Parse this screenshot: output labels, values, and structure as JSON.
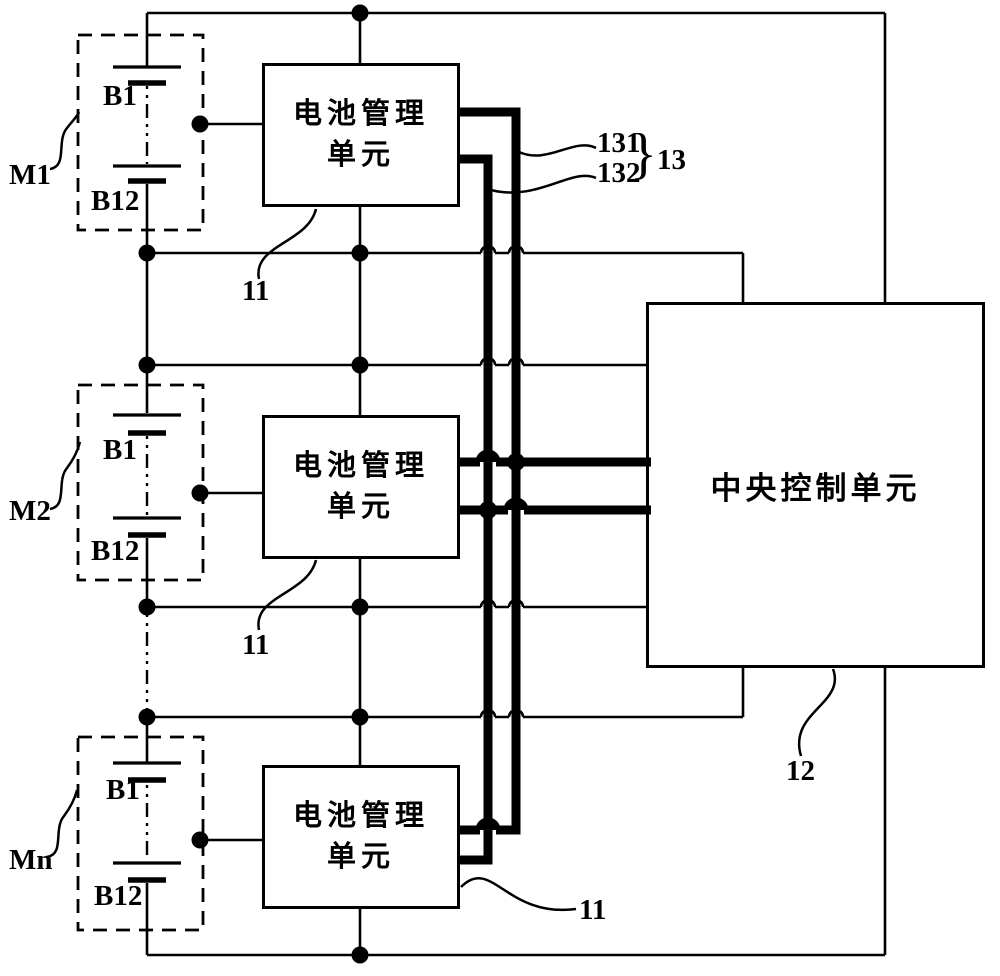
{
  "page": {
    "background_color": "#ffffff",
    "line_color": "#000000",
    "description": "Battery management system block diagram"
  },
  "modules": [
    {
      "name": "M1",
      "first_cell": "B1",
      "last_cell": "B12"
    },
    {
      "name": "M2",
      "first_cell": "B1",
      "last_cell": "B12"
    },
    {
      "name": "Mn",
      "first_cell": "B1",
      "last_cell": "B12"
    }
  ],
  "units": {
    "bmu_line1": "电池管理",
    "bmu_line2": "单元",
    "central": "中央控制单元"
  },
  "references": {
    "bmu": "11",
    "central": "12",
    "bus_group": "13",
    "bus_upper": "131",
    "bus_lower": "132",
    "brace": "}"
  }
}
